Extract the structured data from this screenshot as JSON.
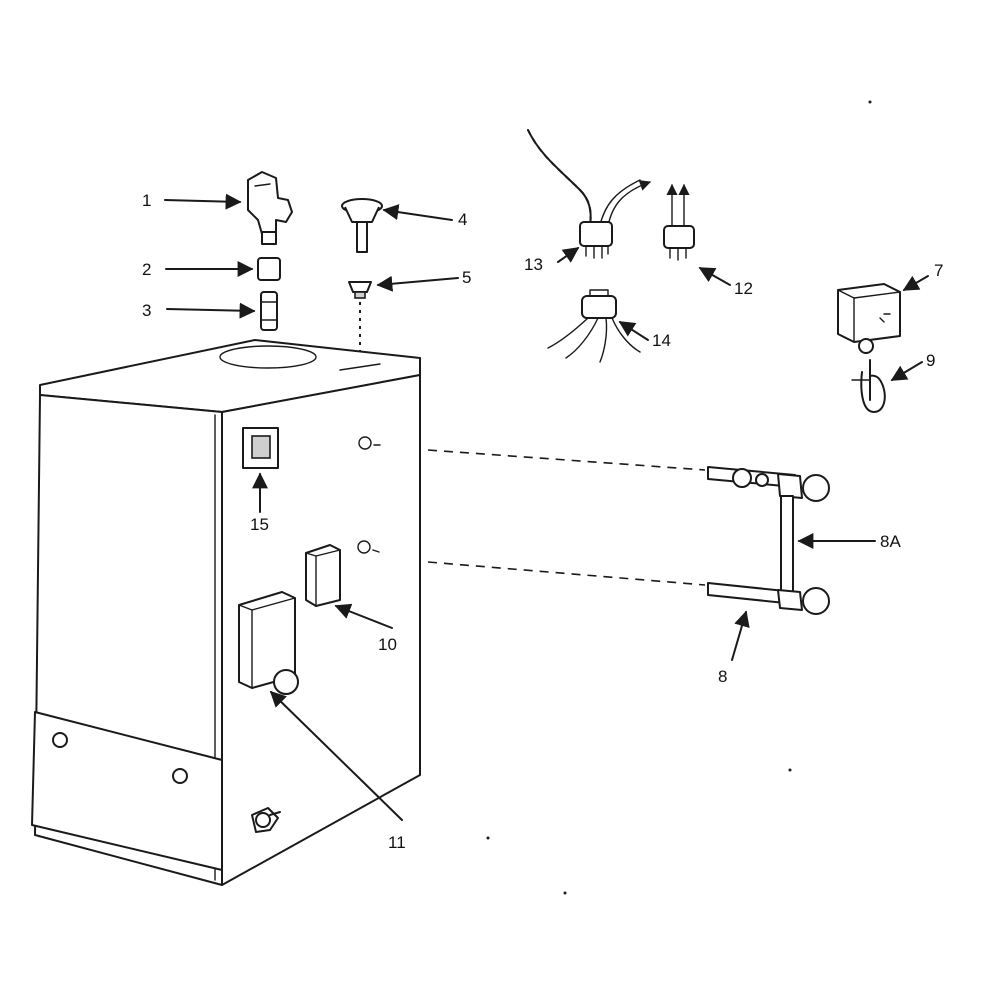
{
  "callouts": {
    "c1": "1",
    "c2": "2",
    "c3": "3",
    "c4": "4",
    "c5": "5",
    "c7": "7",
    "c8": "8",
    "c8a": "8A",
    "c9": "9",
    "c10": "10",
    "c11": "11",
    "c12": "12",
    "c13": "13",
    "c14": "14",
    "c15": "15"
  },
  "colors": {
    "ink": "#1a1a1a",
    "background": "#ffffff",
    "shade": "#cfcfcf"
  }
}
